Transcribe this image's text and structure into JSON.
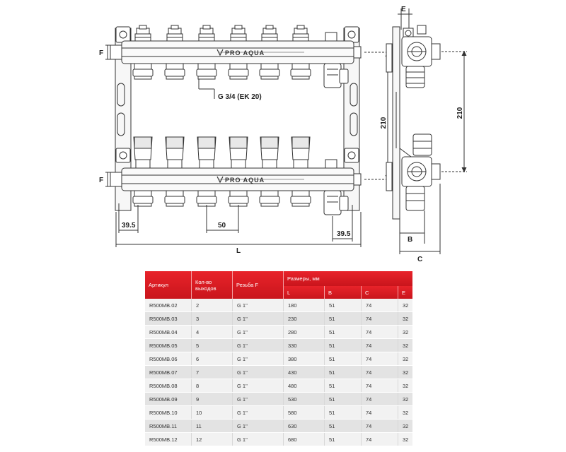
{
  "drawing": {
    "brand": "PRO AQUA",
    "labels": {
      "thread": "G 3/4 (EK 20)",
      "height_main": "210",
      "height_side": "210",
      "outer_left": "39.5",
      "pitch": "50",
      "outer_right": "39.5",
      "length": "L",
      "f_top": "F",
      "f_bottom": "F",
      "e": "E",
      "b": "B",
      "c": "C"
    }
  },
  "table": {
    "headers": {
      "article": "Артикул",
      "outlets_line1": "Кол-во",
      "outlets_line2": "выходов",
      "thread": "Резьба F",
      "dimensions": "Размеры, мм",
      "l": "L",
      "b": "B",
      "c": "C",
      "e": "E"
    },
    "rows": [
      [
        "R500MB.02",
        "2",
        "G 1\"",
        "180",
        "51",
        "74",
        "32"
      ],
      [
        "R500MB.03",
        "3",
        "G 1\"",
        "230",
        "51",
        "74",
        "32"
      ],
      [
        "R500MB.04",
        "4",
        "G 1\"",
        "280",
        "51",
        "74",
        "32"
      ],
      [
        "R500MB.05",
        "5",
        "G 1\"",
        "330",
        "51",
        "74",
        "32"
      ],
      [
        "R500MB.06",
        "6",
        "G 1\"",
        "380",
        "51",
        "74",
        "32"
      ],
      [
        "R500MB.07",
        "7",
        "G 1\"",
        "430",
        "51",
        "74",
        "32"
      ],
      [
        "R500MB.08",
        "8",
        "G 1\"",
        "480",
        "51",
        "74",
        "32"
      ],
      [
        "R500MB.09",
        "9",
        "G 1\"",
        "530",
        "51",
        "74",
        "32"
      ],
      [
        "R500MB.10",
        "10",
        "G 1\"",
        "580",
        "51",
        "74",
        "32"
      ],
      [
        "R500MB.11",
        "11",
        "G 1\"",
        "630",
        "51",
        "74",
        "32"
      ],
      [
        "R500MB.12",
        "12",
        "G 1\"",
        "680",
        "51",
        "74",
        "32"
      ]
    ]
  }
}
